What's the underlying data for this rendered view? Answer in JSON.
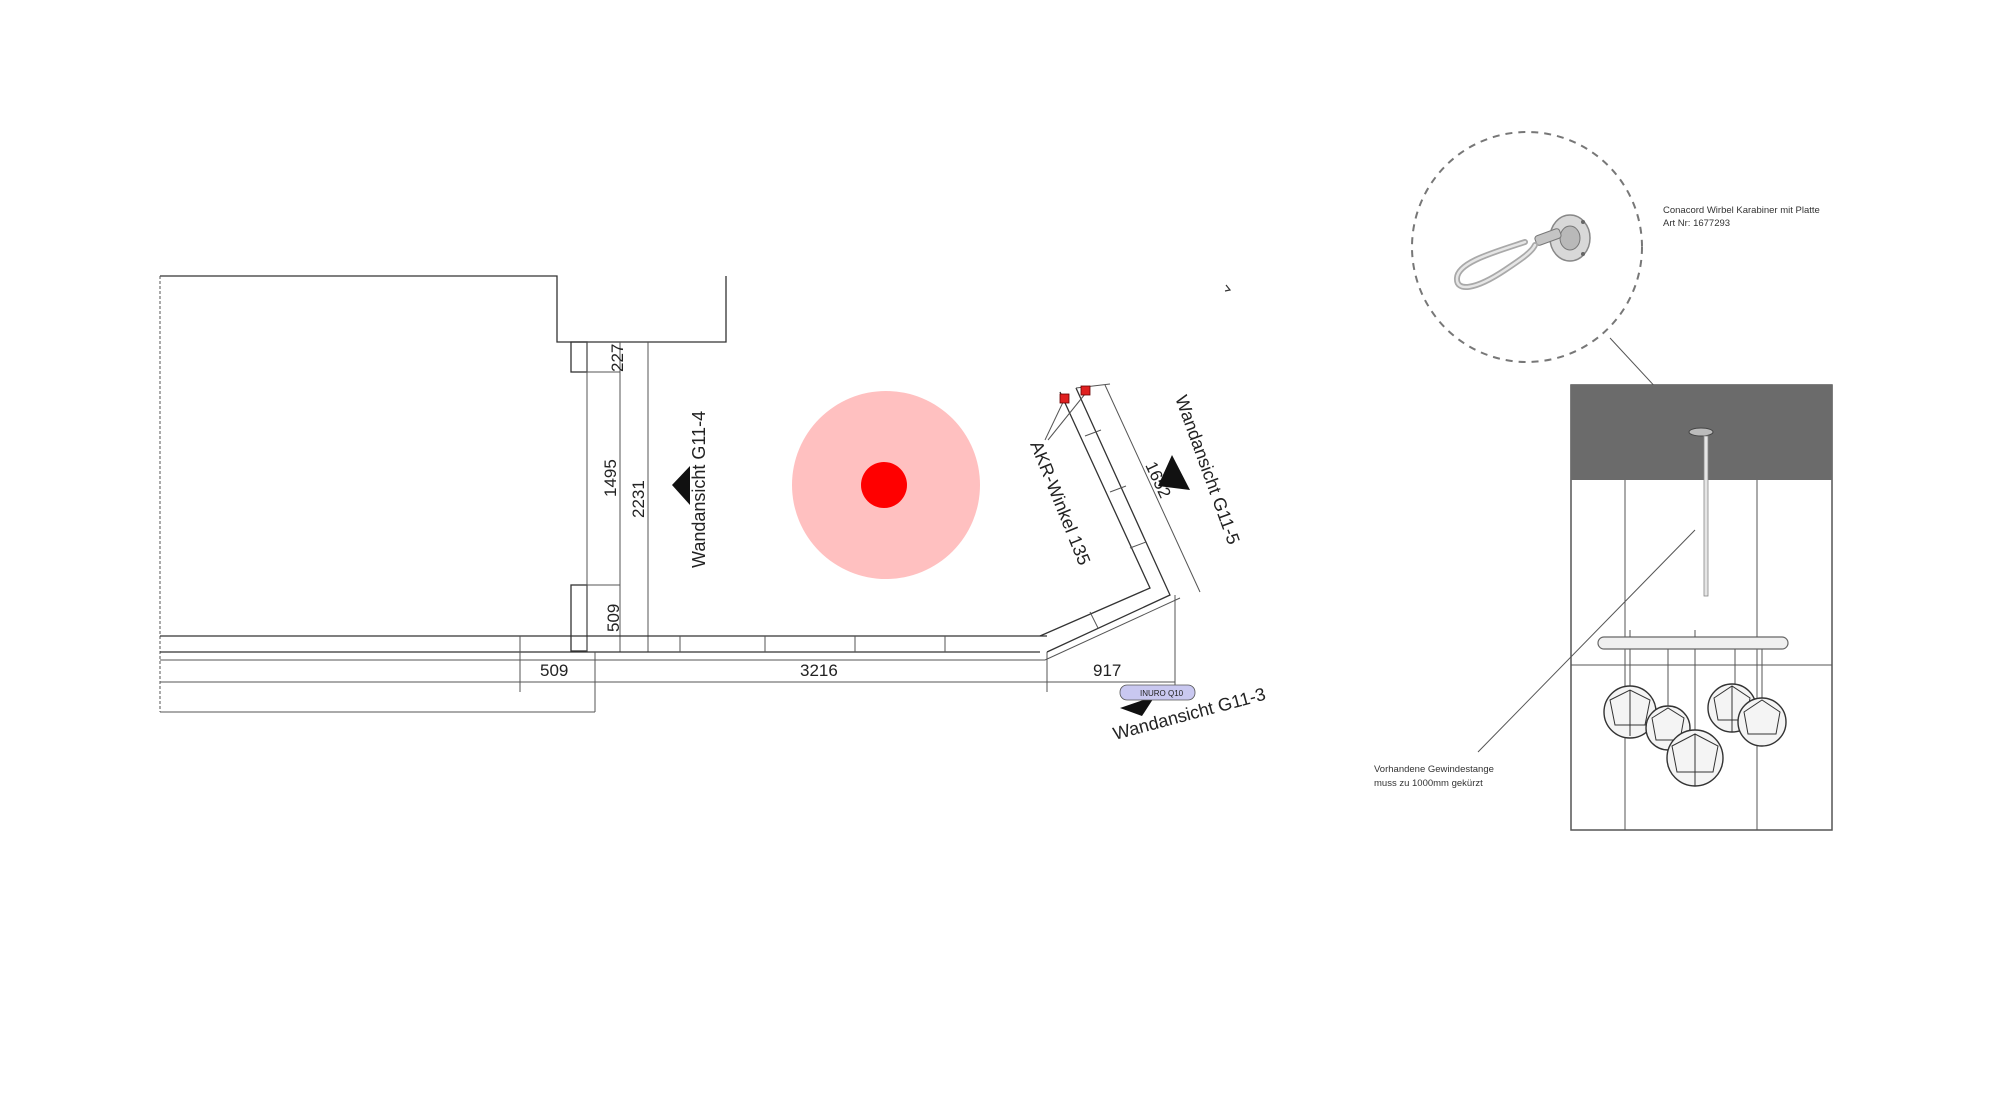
{
  "floor_plan": {
    "dimensions": {
      "d227": "227",
      "d1495": "1495",
      "d2231": "2231",
      "d509_vertical": "509",
      "d509_horizontal": "509",
      "d3216": "3216",
      "d917": "917",
      "d1652": "1652"
    },
    "labels": {
      "wall_view_g11_4": "Wandansicht G11-4",
      "wall_view_g11_5": "Wandansicht G11-5",
      "wall_view_g11_3": "Wandansicht G11-3",
      "akr_winkel": "AKR-Winkel 135",
      "tag": "INURO Q10"
    },
    "marker_colors": {
      "outer": "#ffc0c0",
      "inner": "#ff0000",
      "fitting": "#e02020"
    }
  },
  "detail": {
    "callout_title": "Conacord Wirbel Karabiner mit Platte",
    "callout_article": "Art Nr: 1677293",
    "note_line1": "Vorhandene Gewindestange",
    "note_line2": "muss zu 1000mm gekürzt",
    "ceiling_color": "#6b6b6b"
  }
}
